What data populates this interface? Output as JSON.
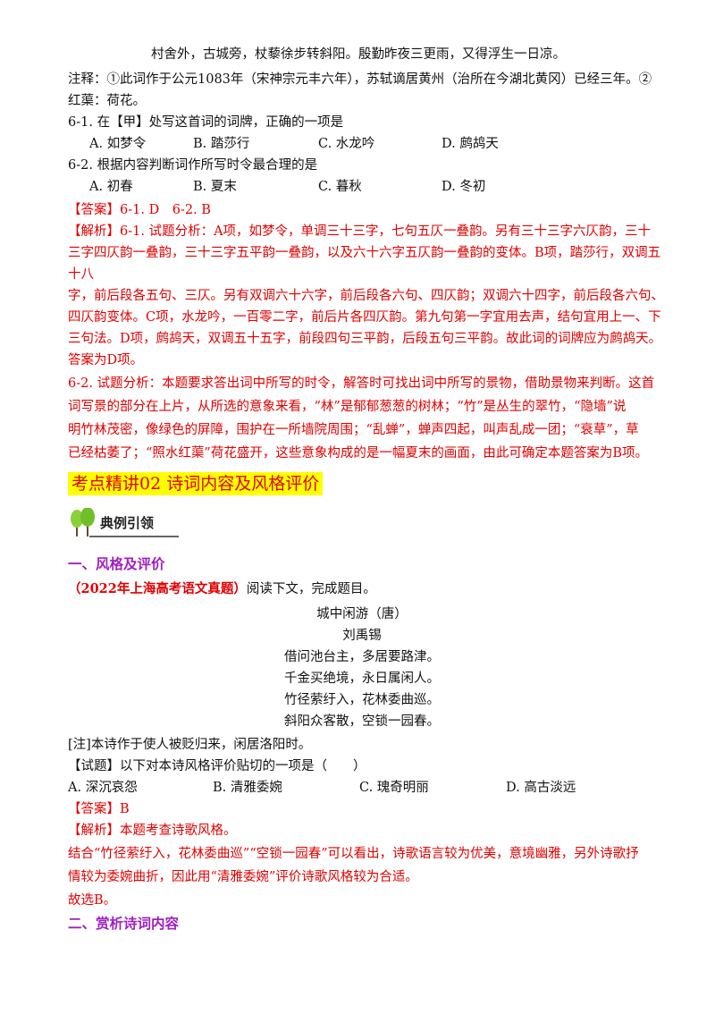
{
  "top": {
    "poem_line": "村舍外，古城旁，杖藜徐步转斜阳。殷勤昨夜三更雨，又得浮生一日凉。",
    "note_1": "注释：①此词作于公元1083年（宋神宗元丰六年），苏轼谪居黄州（治所在今湖北黄冈）已经三年。②",
    "note_2": "红蕖：荷花。",
    "q1": "6-1. 在【甲】处写这首词的词牌，正确的一项是",
    "q1_options": [
      "A. 如梦令",
      "B. 踏莎行",
      "C. 水龙吟",
      "D. 鹧鸪天"
    ],
    "q2": "6-2. 根据内容判断词作所写时令最合理的是",
    "q2_options": [
      "A. 初春",
      "B. 夏末",
      "C. 暮秋",
      "D. 冬初"
    ],
    "answer": "【答案】6-1. D　6-2. B",
    "analysis_lines": [
      "【解析】6-1. 试题分析：A项，如梦令，单调三十三字，七句五仄一叠韵。另有三十三字六仄韵，三十",
      "三字四仄韵一叠韵，三十三字五平韵一叠韵，以及六十六字五仄韵一叠韵的变体。B项，踏莎行，双调五",
      "十八",
      "字，前后段各五句、三仄。另有双调六十六字，前后段各六句、四仄韵；双调六十四字，前后段各六句、",
      "四仄韵变体。C项，水龙吟，一百零二字，前后片各四仄韵。第九句第一字宜用去声，结句宜用上一、下",
      "三句法。D项，鹧鸪天，双调五十五字，前段四句三平韵，后段五句三平韵。故此词的词牌应为鹧鸪天。",
      "答案为D项。",
      "6-2. 试题分析：本题要求答出词中所写的时令，解答时可找出词中所写的景物，借助景物来判断。这首",
      "词写景的部分在上片，从所选的意象来看，“林”是郁郁葱葱的树林；“竹”是丛生的翠竹，“隐墙”说",
      "明竹林茂密，像绿色的屏障，围护在一所墙院周围；“乱蝉”，蝉声四起，叫声乱成一团；“衰草”，草",
      "已经枯萎了；“照水红蕖”荷花盛开，这些意象构成的是一幅夏末的画面，由此可确定本题答案为B项。"
    ]
  },
  "section_heading": "考点精讲02 诗词内容及风格评价",
  "banner_label": "典例引领",
  "part1": {
    "heading": "一、风格及评价",
    "source": "（2022年上海高考语文真题）",
    "instruction": "阅读下文，完成题目。",
    "poem_title": "城中闲游（唐）",
    "poem_author": "刘禹锡",
    "poem_lines": [
      "借问池台主，多居要路津。",
      "千金买绝境，永日属闲人。",
      "竹径萦纡入，花林委曲巡。",
      "斜阳众客散，空锁一园春。"
    ],
    "note": "[注]本诗作于使人被贬归来，闲居洛阳时。",
    "question": "【试题】以下对本诗风格评价贴切的一项是（　　）",
    "options": [
      "A. 深沉哀怨",
      "B. 清雅委婉",
      "C. 瑰奇明丽",
      "D. 高古淡远"
    ],
    "answer": "【答案】B",
    "analysis_head": "【解析】本题考查诗歌风格。",
    "analysis_lines": [
      "结合“竹径萦纡入，花林委曲巡”“空锁一园春”可以看出，诗歌语言较为优美，意境幽雅，另外诗歌抒",
      "情较为委婉曲折，因此用“清雅委婉”评价诗歌风格较为合适。",
      "故选B。"
    ]
  },
  "part2": {
    "heading": "二、赏析诗词内容"
  },
  "colors": {
    "red": "#e00000",
    "purple": "#a020c0",
    "highlight": "#ffff00"
  }
}
